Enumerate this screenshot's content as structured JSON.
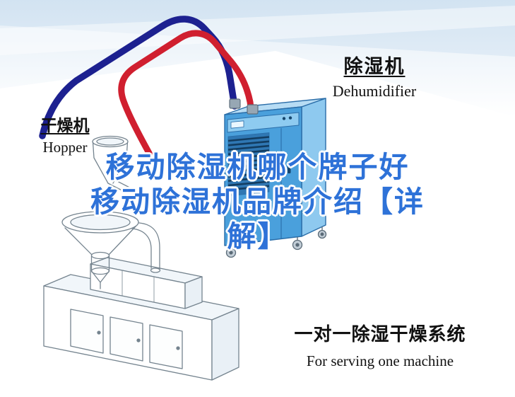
{
  "overlay_title": {
    "lines": [
      "移动除湿机哪个牌子好",
      "移动除湿机品牌介绍【详",
      "解】"
    ],
    "color": "#2e72d8"
  },
  "labels": {
    "hopper": {
      "cn": "干燥机",
      "en": "Hopper"
    },
    "dehumidifier": {
      "cn": "除湿机",
      "en": "Dehumidifier"
    },
    "system": {
      "cn": "一对一除湿干燥系统",
      "en": "For serving one machine"
    }
  },
  "diagram": {
    "colors": {
      "pipe_dark_blue": "#1d2190",
      "pipe_red": "#d01f2f",
      "unit_front": "#4aa0dc",
      "unit_side": "#8ec9ef",
      "unit_top": "#b7dcf4",
      "unit_outline": "#2a6da8",
      "grille_slat": "#123c60",
      "line_art": "#75848f",
      "sky_tint": "#d7e6f3"
    }
  }
}
